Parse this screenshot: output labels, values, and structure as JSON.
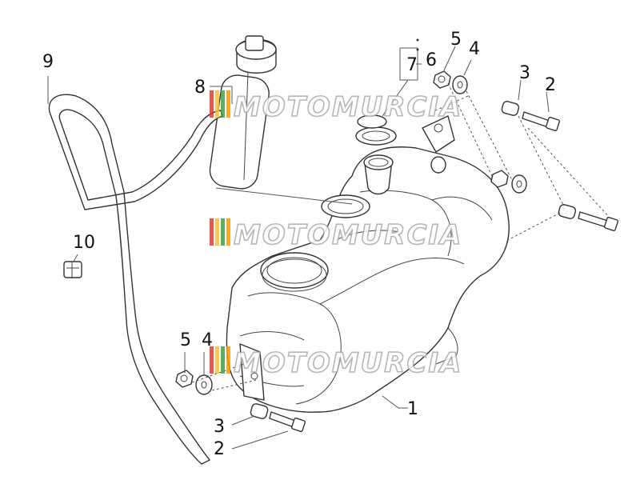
{
  "diagram": {
    "callouts": [
      {
        "id": "c1",
        "text": "1"
      },
      {
        "id": "c2a",
        "text": "2"
      },
      {
        "id": "c2b",
        "text": "2"
      },
      {
        "id": "c3a",
        "text": "3"
      },
      {
        "id": "c3b",
        "text": "3"
      },
      {
        "id": "c4a",
        "text": "4"
      },
      {
        "id": "c4b",
        "text": "4"
      },
      {
        "id": "c5a",
        "text": "5"
      },
      {
        "id": "c5b",
        "text": "5"
      },
      {
        "id": "c6",
        "text": "6"
      },
      {
        "id": "c7",
        "text": "7"
      },
      {
        "id": "c8",
        "text": "8"
      },
      {
        "id": "c9",
        "text": "9"
      },
      {
        "id": "c10",
        "text": "10"
      }
    ]
  },
  "watermark": {
    "text": "MOTOMURCIA",
    "stripe_colors": [
      "#e53935",
      "#fbc02d",
      "#43a047",
      "#ff9800"
    ]
  }
}
